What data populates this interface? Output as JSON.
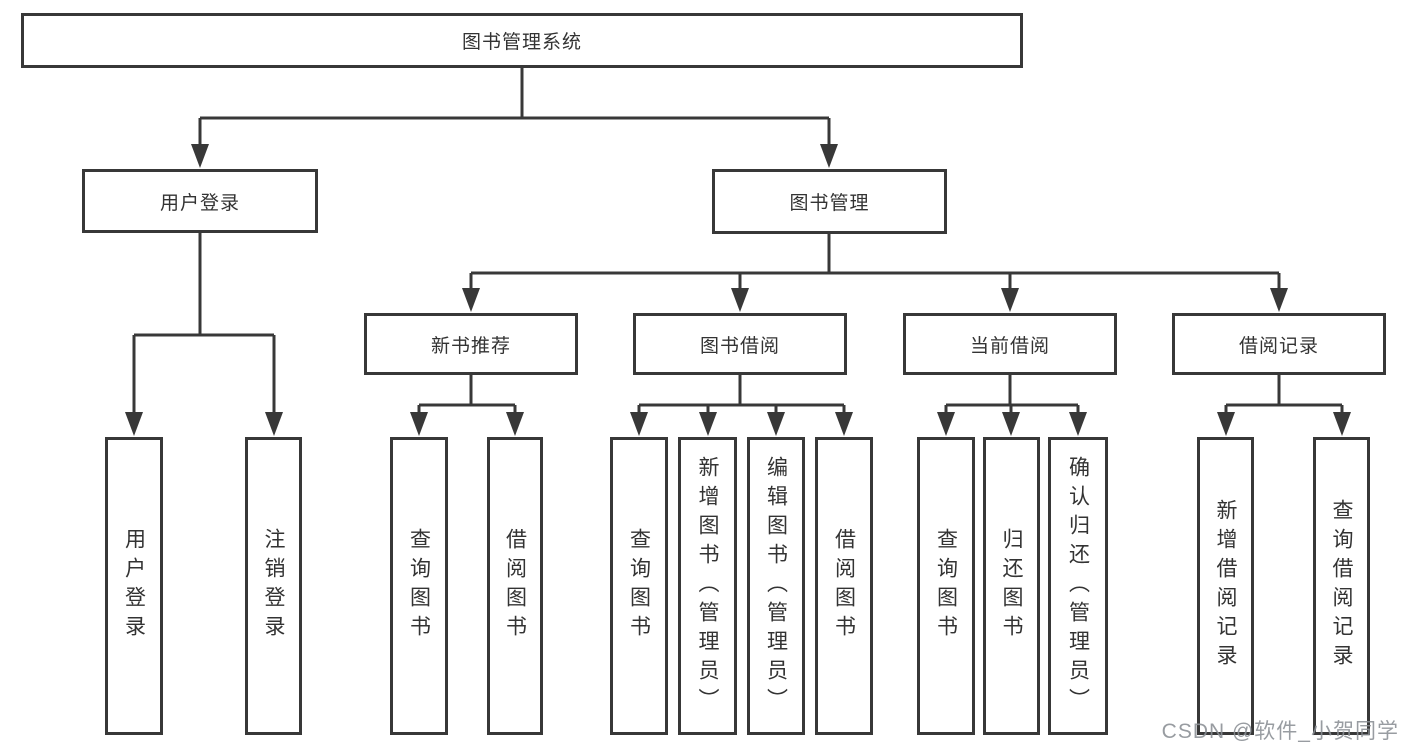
{
  "diagram": {
    "root": {
      "label": "图书管理系统"
    },
    "level1": [
      {
        "label": "用户登录"
      },
      {
        "label": "图书管理"
      }
    ],
    "level2": [
      {
        "label": "新书推荐"
      },
      {
        "label": "图书借阅"
      },
      {
        "label": "当前借阅"
      },
      {
        "label": "借阅记录"
      }
    ],
    "leaves": [
      {
        "label": "用户登录"
      },
      {
        "label": "注销登录"
      },
      {
        "label": "查询图书"
      },
      {
        "label": "借阅图书"
      },
      {
        "label": "查询图书"
      },
      {
        "label": "新增图书（管理员）"
      },
      {
        "label": "编辑图书（管理员）"
      },
      {
        "label": "借阅图书"
      },
      {
        "label": "查询图书"
      },
      {
        "label": "归还图书"
      },
      {
        "label": "确认归还（管理员）"
      },
      {
        "label": "新增借阅记录"
      },
      {
        "label": "查询借阅记录"
      }
    ]
  },
  "watermark": {
    "text": "CSDN @软件_小贺同学"
  },
  "colors": {
    "line": "#383838",
    "box_border": "#383838",
    "text": "#333333",
    "background": "#ffffff",
    "watermark": "#8a8e94"
  }
}
